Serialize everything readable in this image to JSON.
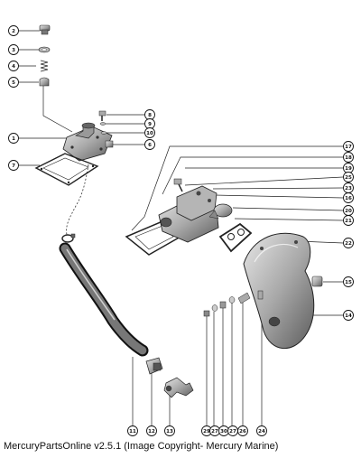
{
  "caption": "MercuryPartsOnline v2.5.1 (Image Copyright- Mercury Marine)",
  "callouts": {
    "c1": "1",
    "c2": "2",
    "c3": "3",
    "c4": "4",
    "c5": "5",
    "c6": "6",
    "c7": "7",
    "c8": "8",
    "c9": "9",
    "c10": "10",
    "c11": "11",
    "c12": "12",
    "c13": "13",
    "c14": "14",
    "c15": "15",
    "c16": "16",
    "c17": "17",
    "c18": "18",
    "c19": "19",
    "c20": "20",
    "c21": "21",
    "c22": "22",
    "c23": "23",
    "c24": "24",
    "c25": "25",
    "c26": "26",
    "c27": "27",
    "c28": "28",
    "c29": "29",
    "c30": "30"
  }
}
